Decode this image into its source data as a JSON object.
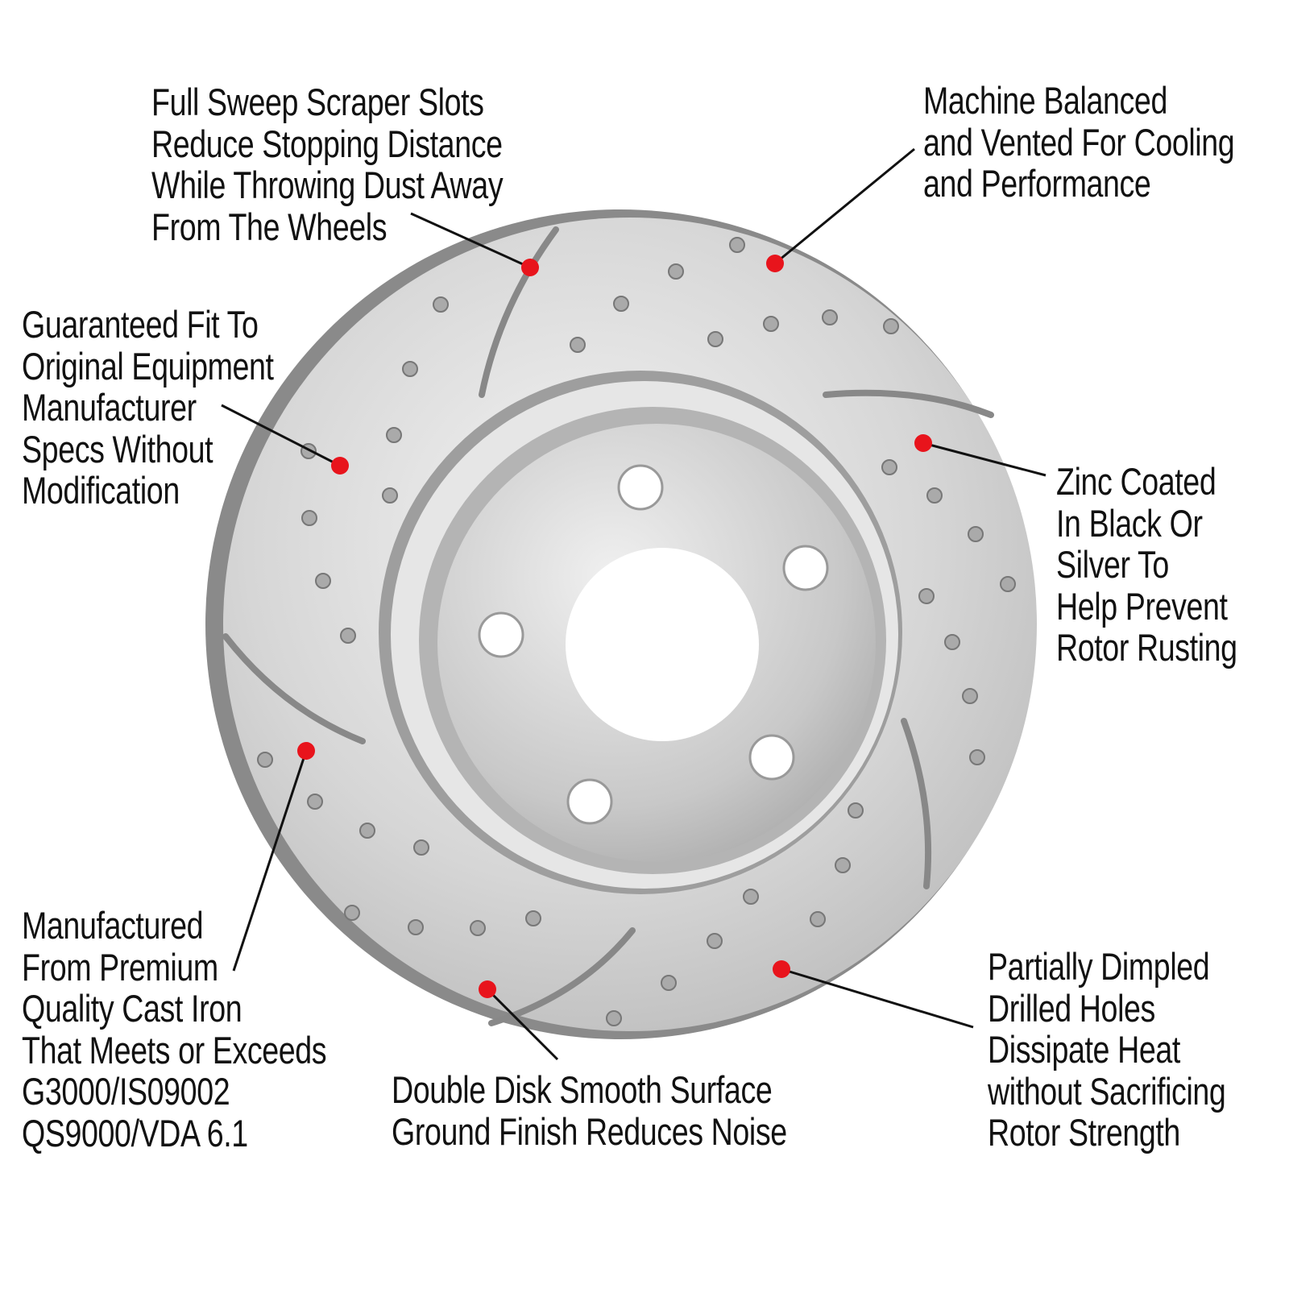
{
  "callouts": {
    "slots": [
      "Full Sweep Scraper Slots",
      "Reduce Stopping Distance",
      "While Throwing Dust Away",
      "From The Wheels"
    ],
    "balanced": [
      "Machine Balanced",
      "and Vented For Cooling",
      "and Performance"
    ],
    "fit": [
      "Guaranteed Fit To",
      "Original Equipment",
      "Manufacturer",
      "Specs Without",
      "Modification"
    ],
    "zinc": [
      "Zinc Coated",
      "In Black Or",
      "Silver To",
      "Help Prevent",
      "Rotor Rusting"
    ],
    "iron": [
      "Manufactured",
      "From Premium",
      "Quality Cast Iron",
      "That Meets or Exceeds",
      "G3000/IS09002",
      "QS9000/VDA 6.1"
    ],
    "finish": [
      "Double Disk Smooth Surface",
      "Ground Finish Reduces Noise"
    ],
    "drilled": [
      "Partially Dimpled",
      "Drilled Holes",
      "Dissipate Heat",
      "without Sacrificing",
      "Rotor Strength"
    ]
  },
  "colors": {
    "marker": "#e8141c",
    "line": "#111111"
  }
}
